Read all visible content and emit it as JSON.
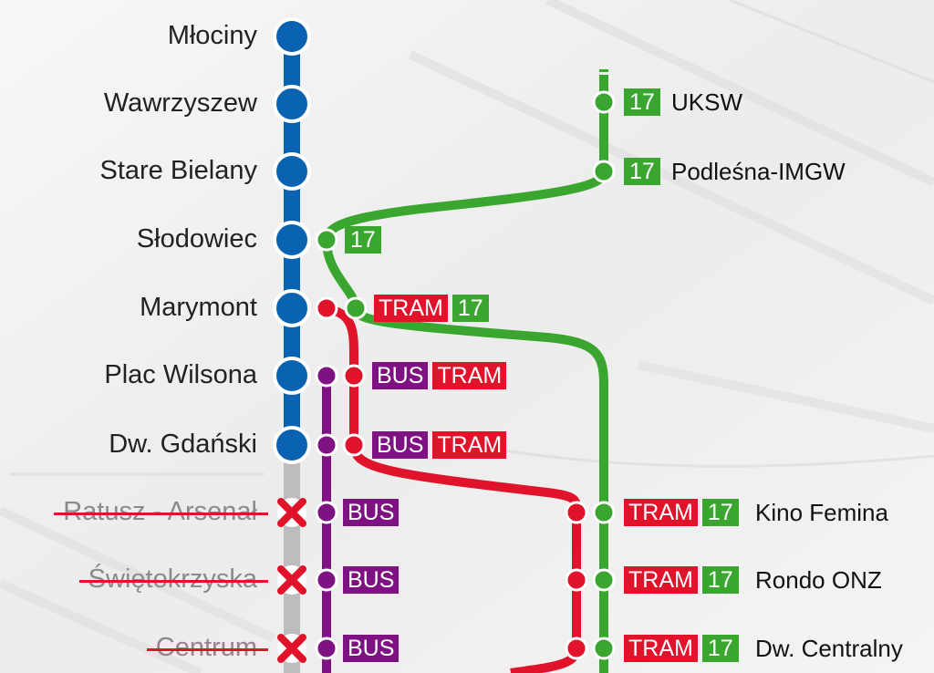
{
  "metro": {
    "stations": [
      {
        "id": "mlociny",
        "name": "Młociny",
        "status": "open"
      },
      {
        "id": "wawrzyszew",
        "name": "Wawrzyszew",
        "status": "open"
      },
      {
        "id": "stare-bielany",
        "name": "Stare Bielany",
        "status": "open"
      },
      {
        "id": "slodowiec",
        "name": "Słodowiec",
        "status": "open"
      },
      {
        "id": "marymont",
        "name": "Marymont",
        "status": "open"
      },
      {
        "id": "plac-wilsona",
        "name": "Plac Wilsona",
        "status": "open"
      },
      {
        "id": "dw-gdanski",
        "name": "Dw. Gdański",
        "status": "open"
      },
      {
        "id": "ratusz-arsenal",
        "name": "Ratusz - Arsenał",
        "status": "closed"
      },
      {
        "id": "swietokrzyska",
        "name": "Świętokrzyska",
        "status": "closed"
      },
      {
        "id": "centrum",
        "name": "Centrum",
        "status": "closed"
      }
    ]
  },
  "labels": {
    "tram": "TRAM",
    "bus": "BUS",
    "line17": "17"
  },
  "stops": [
    {
      "id": "uksw",
      "name": "UKSW"
    },
    {
      "id": "podlesna",
      "name": "Podleśna-IMGW"
    },
    {
      "id": "kino-femina",
      "name": "Kino Femina"
    },
    {
      "id": "rondo-onz",
      "name": "Rondo ONZ"
    },
    {
      "id": "dw-centralny",
      "name": "Dw. Centralny"
    }
  ],
  "colors": {
    "metro": "#0a63b0",
    "metro_closed": "#bdbdbd",
    "tram": "#e0132b",
    "bus": "#7f1282",
    "line17": "#3aa52f",
    "closed_marker": "#e0132b"
  }
}
